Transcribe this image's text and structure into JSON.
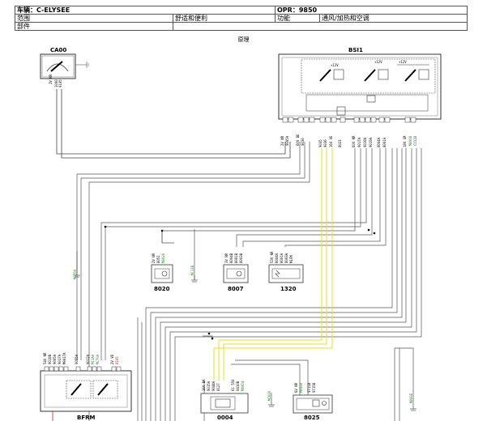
{
  "header": {
    "vehicle_label": "车辆：C-ELYSEE",
    "opr_label": "OPR：9850",
    "scope_key": "范围",
    "scope_value": "舒适和便利",
    "function_key": "功能",
    "function_value": "通风/加热和空调",
    "parts_key": "部件"
  },
  "section_title": "原理",
  "components": {
    "ca00": "CA00",
    "bsi1": "BSI1",
    "c8020": "8020",
    "c8007": "8007",
    "c1320": "1320",
    "bfrm": "BFRM",
    "c0004": "0004",
    "c8025": "8025"
  },
  "colors": {
    "wire": "#444444",
    "yellow": "#e8e020",
    "green": "#2a8a2a",
    "red": "#d02020",
    "blue": "#2040c0"
  }
}
